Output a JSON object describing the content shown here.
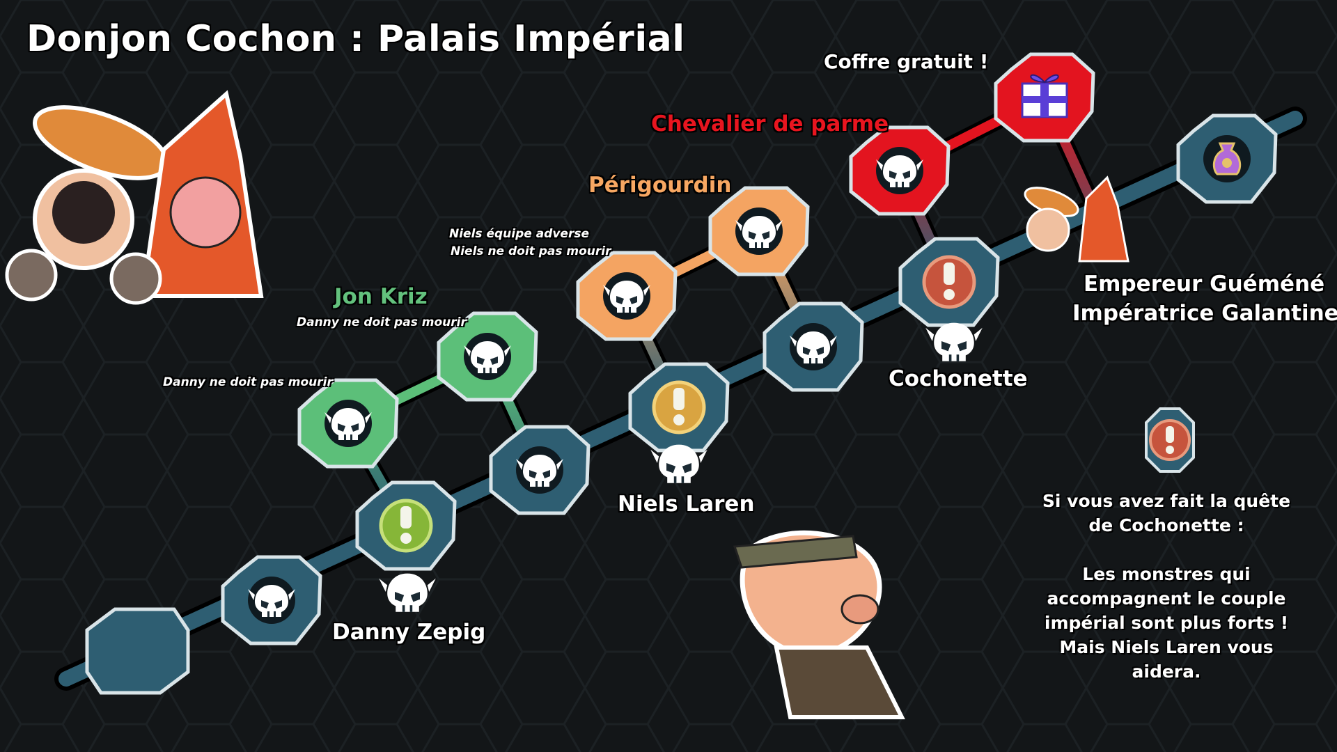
{
  "title": "Donjon Cochon : Palais Impérial",
  "colors": {
    "background": "#131618",
    "main_path": "#2e5e72",
    "green_group": "#5cbf79",
    "orange_group": "#f4a462",
    "red_group": "#e3141f",
    "jon_kriz_text": "#63c17d",
    "perigourdin_text": "#f7a762",
    "chevalier_text": "#e8151f"
  },
  "groups": {
    "jon_kriz": {
      "name": "Jon Kriz",
      "note": "Danny ne doit pas mourir",
      "note_left": "Danny ne doit pas mourir"
    },
    "perigourdin": {
      "name": "Périgourdin",
      "note_line1": "Niels équipe adverse",
      "note_line2": "Niels ne doit pas mourir"
    },
    "chevalier": {
      "name": "Chevalier de parme"
    },
    "chest": {
      "label": "Coffre gratuit !"
    }
  },
  "bosses": {
    "danny": "Danny Zepig",
    "niels": "Niels Laren",
    "cochonette": "Cochonette",
    "final_line1": "Empereur Guéméné",
    "final_line2": "Impératrice Galantine"
  },
  "info": {
    "line1": "Si vous avez fait la quête",
    "line2": "de Cochonette :",
    "line3": "Les monstres qui",
    "line4": "accompagnent le couple",
    "line5": "impérial sont plus forts !",
    "line6": "Mais Niels Laren vous",
    "line7": "aidera."
  },
  "icons": {
    "fight": "skull-icon",
    "quest": "exclamation-icon",
    "chest": "gift-icon",
    "reward": "money-bag-icon"
  }
}
